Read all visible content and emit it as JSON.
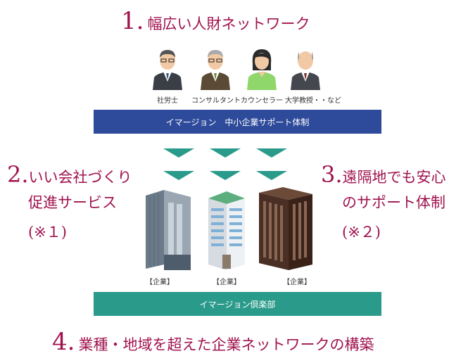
{
  "section1": {
    "number": "1.",
    "title": "幅広い人財ネットワーク"
  },
  "people": [
    {
      "role": "社労士"
    },
    {
      "role": "コンサルタント"
    },
    {
      "role": "カウンセラー"
    },
    {
      "role": "大学教授・・など"
    }
  ],
  "top_bar": {
    "label": "イマージョン　中小企業サポート体制",
    "color": "#2e4a9b"
  },
  "section2": {
    "number": "2.",
    "line1": "いい会社づくり",
    "line2": "促進サービス",
    "note": "(※１)"
  },
  "section3": {
    "number": "3.",
    "line1": "遠隔地でも安心",
    "line2": "のサポート体制",
    "note": "(※２)"
  },
  "buildings": [
    {
      "label": "【企業】"
    },
    {
      "label": "【企業】"
    },
    {
      "label": "【企業】"
    }
  ],
  "bottom_bar": {
    "label": "イマージョン倶楽部",
    "color": "#2a9b8a"
  },
  "section4": {
    "number": "4.",
    "title": "業種・地域を超えた企業ネットワークの構築"
  },
  "colors": {
    "accent": "#a0134f",
    "arrow": "#2a9b8a"
  }
}
